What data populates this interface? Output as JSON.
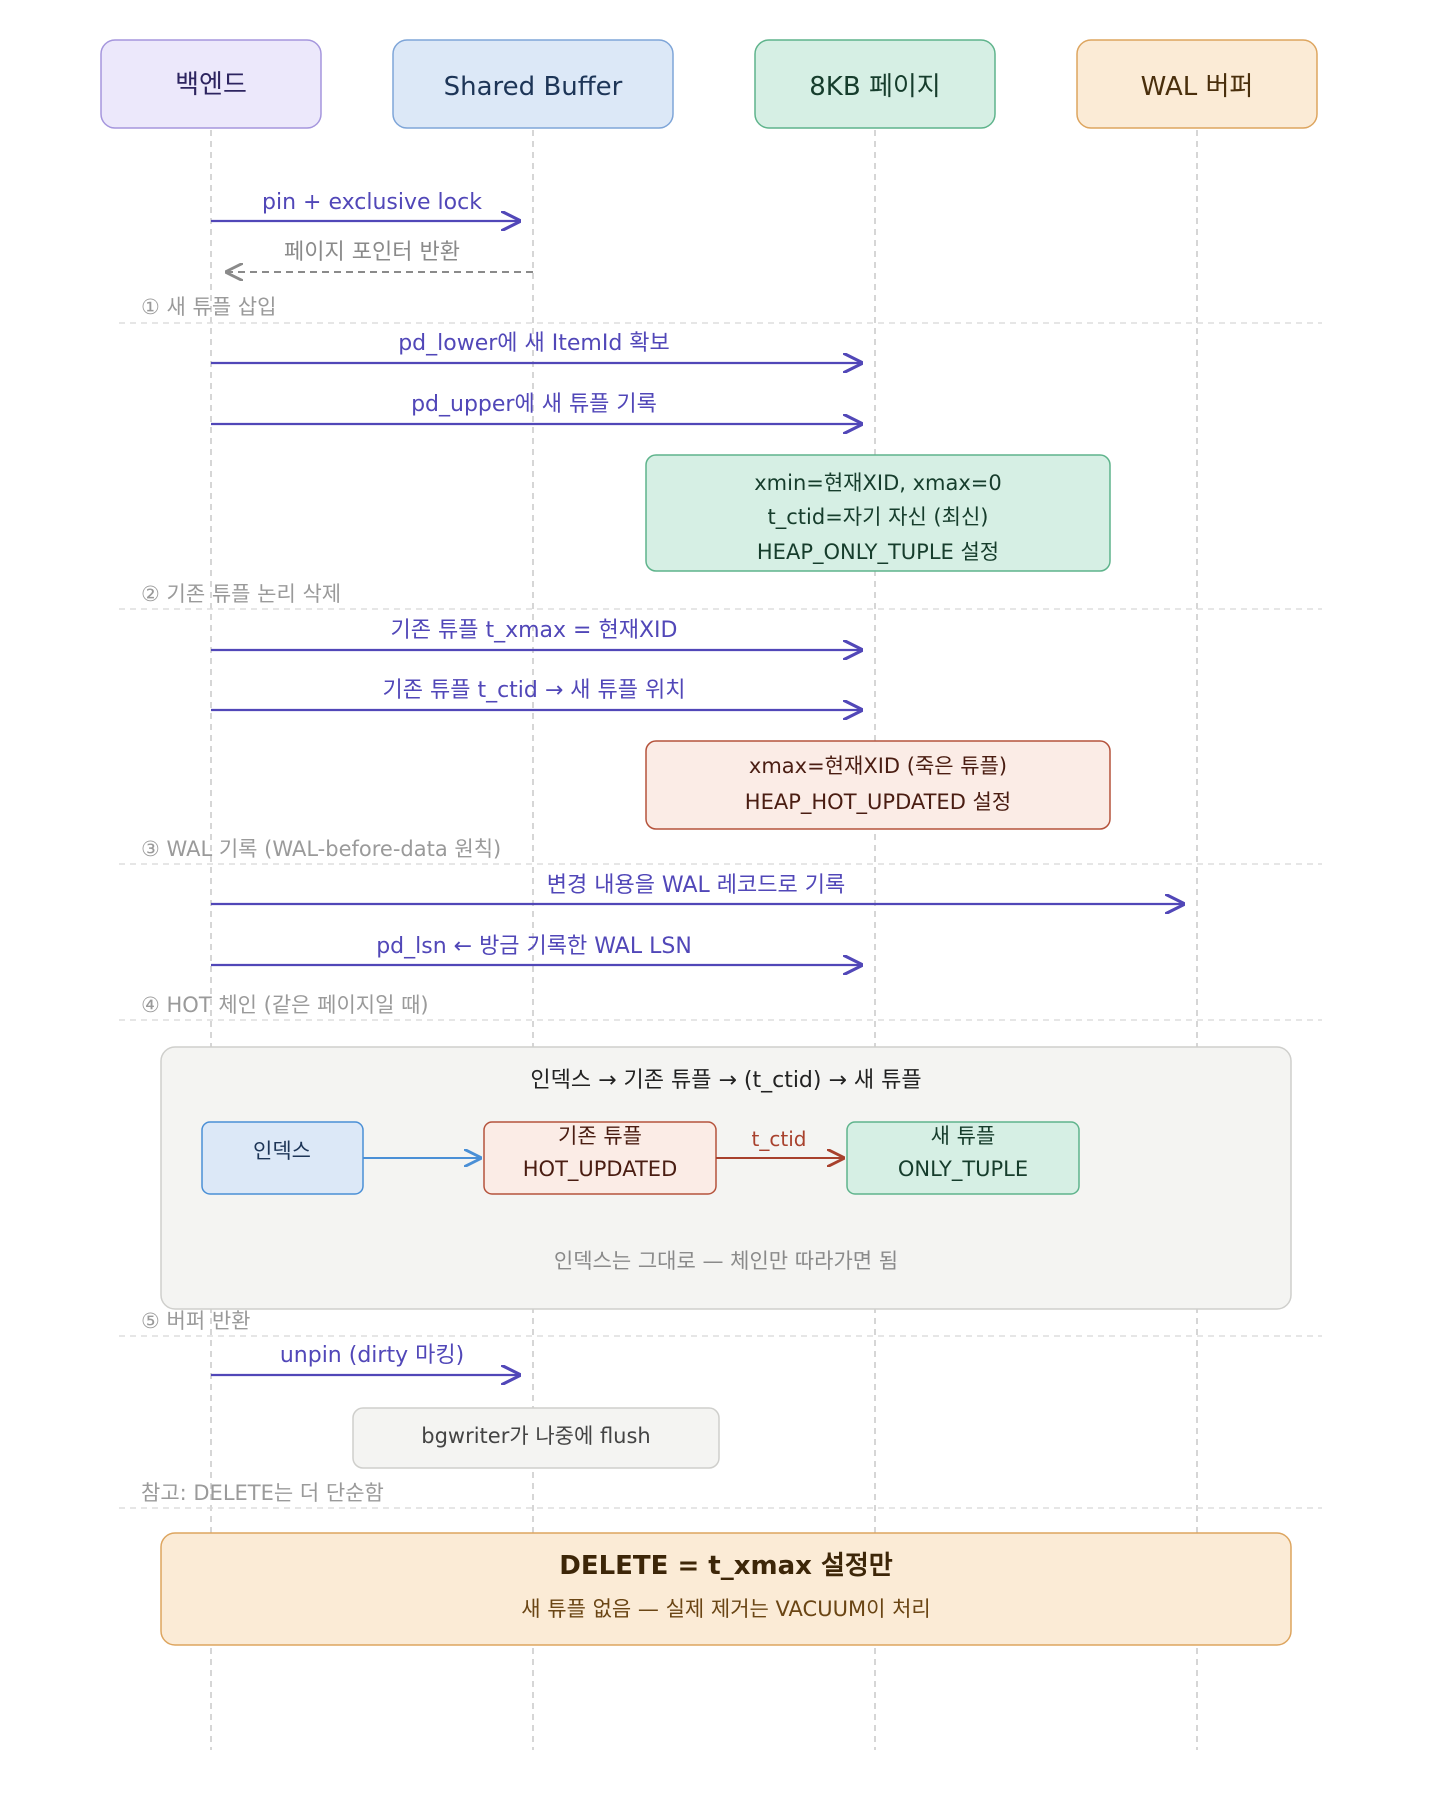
{
  "participants": [
    {
      "label": "백엔드",
      "fill": "#ece8fb",
      "stroke": "#a596dd",
      "color": "#2d2460"
    },
    {
      "label": "Shared Buffer",
      "fill": "#dce8f7",
      "stroke": "#7ea5d8",
      "color": "#1d3557"
    },
    {
      "label": "8KB 페이지",
      "fill": "#d6efe4",
      "stroke": "#5fb48c",
      "color": "#163d2c"
    },
    {
      "label": "WAL 버퍼",
      "fill": "#fbebd6",
      "stroke": "#dda55f",
      "color": "#4a2f0c"
    }
  ],
  "messages": [
    {
      "label": "pin + exclusive lock",
      "dashed": false
    },
    {
      "label": "페이지 포인터 반환",
      "dashed": true
    },
    {
      "label": "pd_lower에 새 ItemId 확보",
      "dashed": false
    },
    {
      "label": "pd_upper에 새 튜플 기록",
      "dashed": false
    },
    {
      "label": "기존 튜플 t_xmax = 현재XID",
      "dashed": false
    },
    {
      "label": "기존 튜플 t_ctid → 새 튜플 위치",
      "dashed": false
    },
    {
      "label": "변경 내용을 WAL 레코드로 기록",
      "dashed": false
    },
    {
      "label": "pd_lsn ← 방금 기록한 WAL LSN",
      "dashed": false
    },
    {
      "label": "unpin (dirty 마킹)",
      "dashed": false
    }
  ],
  "sections": [
    "① 새 튜플 삽입",
    "② 기존 튜플 논리 삭제",
    "③ WAL 기록 (WAL-before-data 원칙)",
    "④ HOT 체인 (같은 페이지일 때)",
    "⑤ 버퍼 반환",
    "참고: DELETE는 더 단순함"
  ],
  "notes": {
    "new_tuple": [
      "xmin=현재XID, xmax=0",
      "t_ctid=자기 자신 (최신)",
      "HEAP_ONLY_TUPLE 설정"
    ],
    "old_tuple": [
      "xmax=현재XID (죽은 튜플)",
      "HEAP_HOT_UPDATED 설정"
    ],
    "flush": "bgwriter가 나중에 flush"
  },
  "hot_chain": {
    "title": "인덱스 → 기존 튜플 → (t_ctid) → 새 튜플",
    "index": "인덱스",
    "old": [
      "기존 튜플",
      "HOT_UPDATED"
    ],
    "edge": "t_ctid",
    "new": [
      "새 튜플",
      "ONLY_TUPLE"
    ],
    "footer": "인덱스는 그대로 — 체인만 따라가면 됨"
  },
  "delete_note": {
    "title": "DELETE = t_xmax 설정만",
    "subtitle": "새 튜플 없음 — 실제 제거는 VACUUM이 처리"
  },
  "colors": {
    "message": "#5147b8",
    "return": "#8a8a8a",
    "section": "#9a9a9a",
    "lifeline": "#c8c8c8",
    "index_arrow": "#4a8fd6",
    "ctid_arrow": "#a8412d"
  }
}
